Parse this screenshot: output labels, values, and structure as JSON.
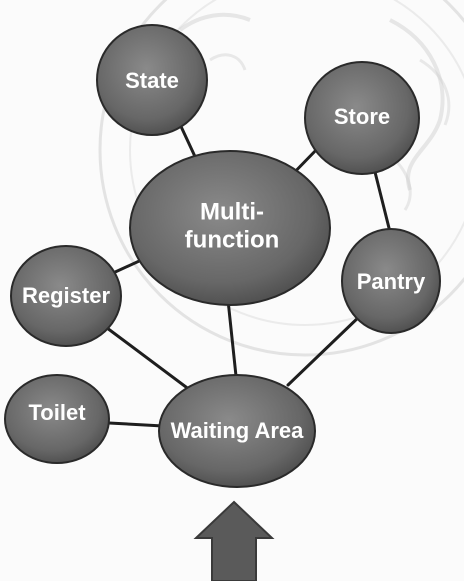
{
  "diagram": {
    "nodes": [
      {
        "id": "state",
        "label": "State"
      },
      {
        "id": "store",
        "label": "Store"
      },
      {
        "id": "multifunction",
        "label_line1": "Multi-",
        "label_line2": "function"
      },
      {
        "id": "register",
        "label": "Register"
      },
      {
        "id": "pantry",
        "label": "Pantry"
      },
      {
        "id": "toilet",
        "label": "Toilet"
      },
      {
        "id": "waiting",
        "label": "Waiting Area"
      }
    ],
    "edges": [
      [
        "state",
        "multifunction"
      ],
      [
        "store",
        "multifunction"
      ],
      [
        "store",
        "pantry"
      ],
      [
        "multifunction",
        "register"
      ],
      [
        "multifunction",
        "waiting"
      ],
      [
        "register",
        "waiting"
      ],
      [
        "pantry",
        "waiting"
      ],
      [
        "toilet",
        "waiting"
      ]
    ],
    "colors": {
      "node_fill": "#6e6e6e",
      "node_stroke": "#2a2a2a",
      "edge": "#1e1e1e",
      "label": "#ffffff",
      "arrow": "#5a5a5a",
      "watermark": "#c8c8c8"
    },
    "entrance_arrow": "up-arrow-icon"
  }
}
